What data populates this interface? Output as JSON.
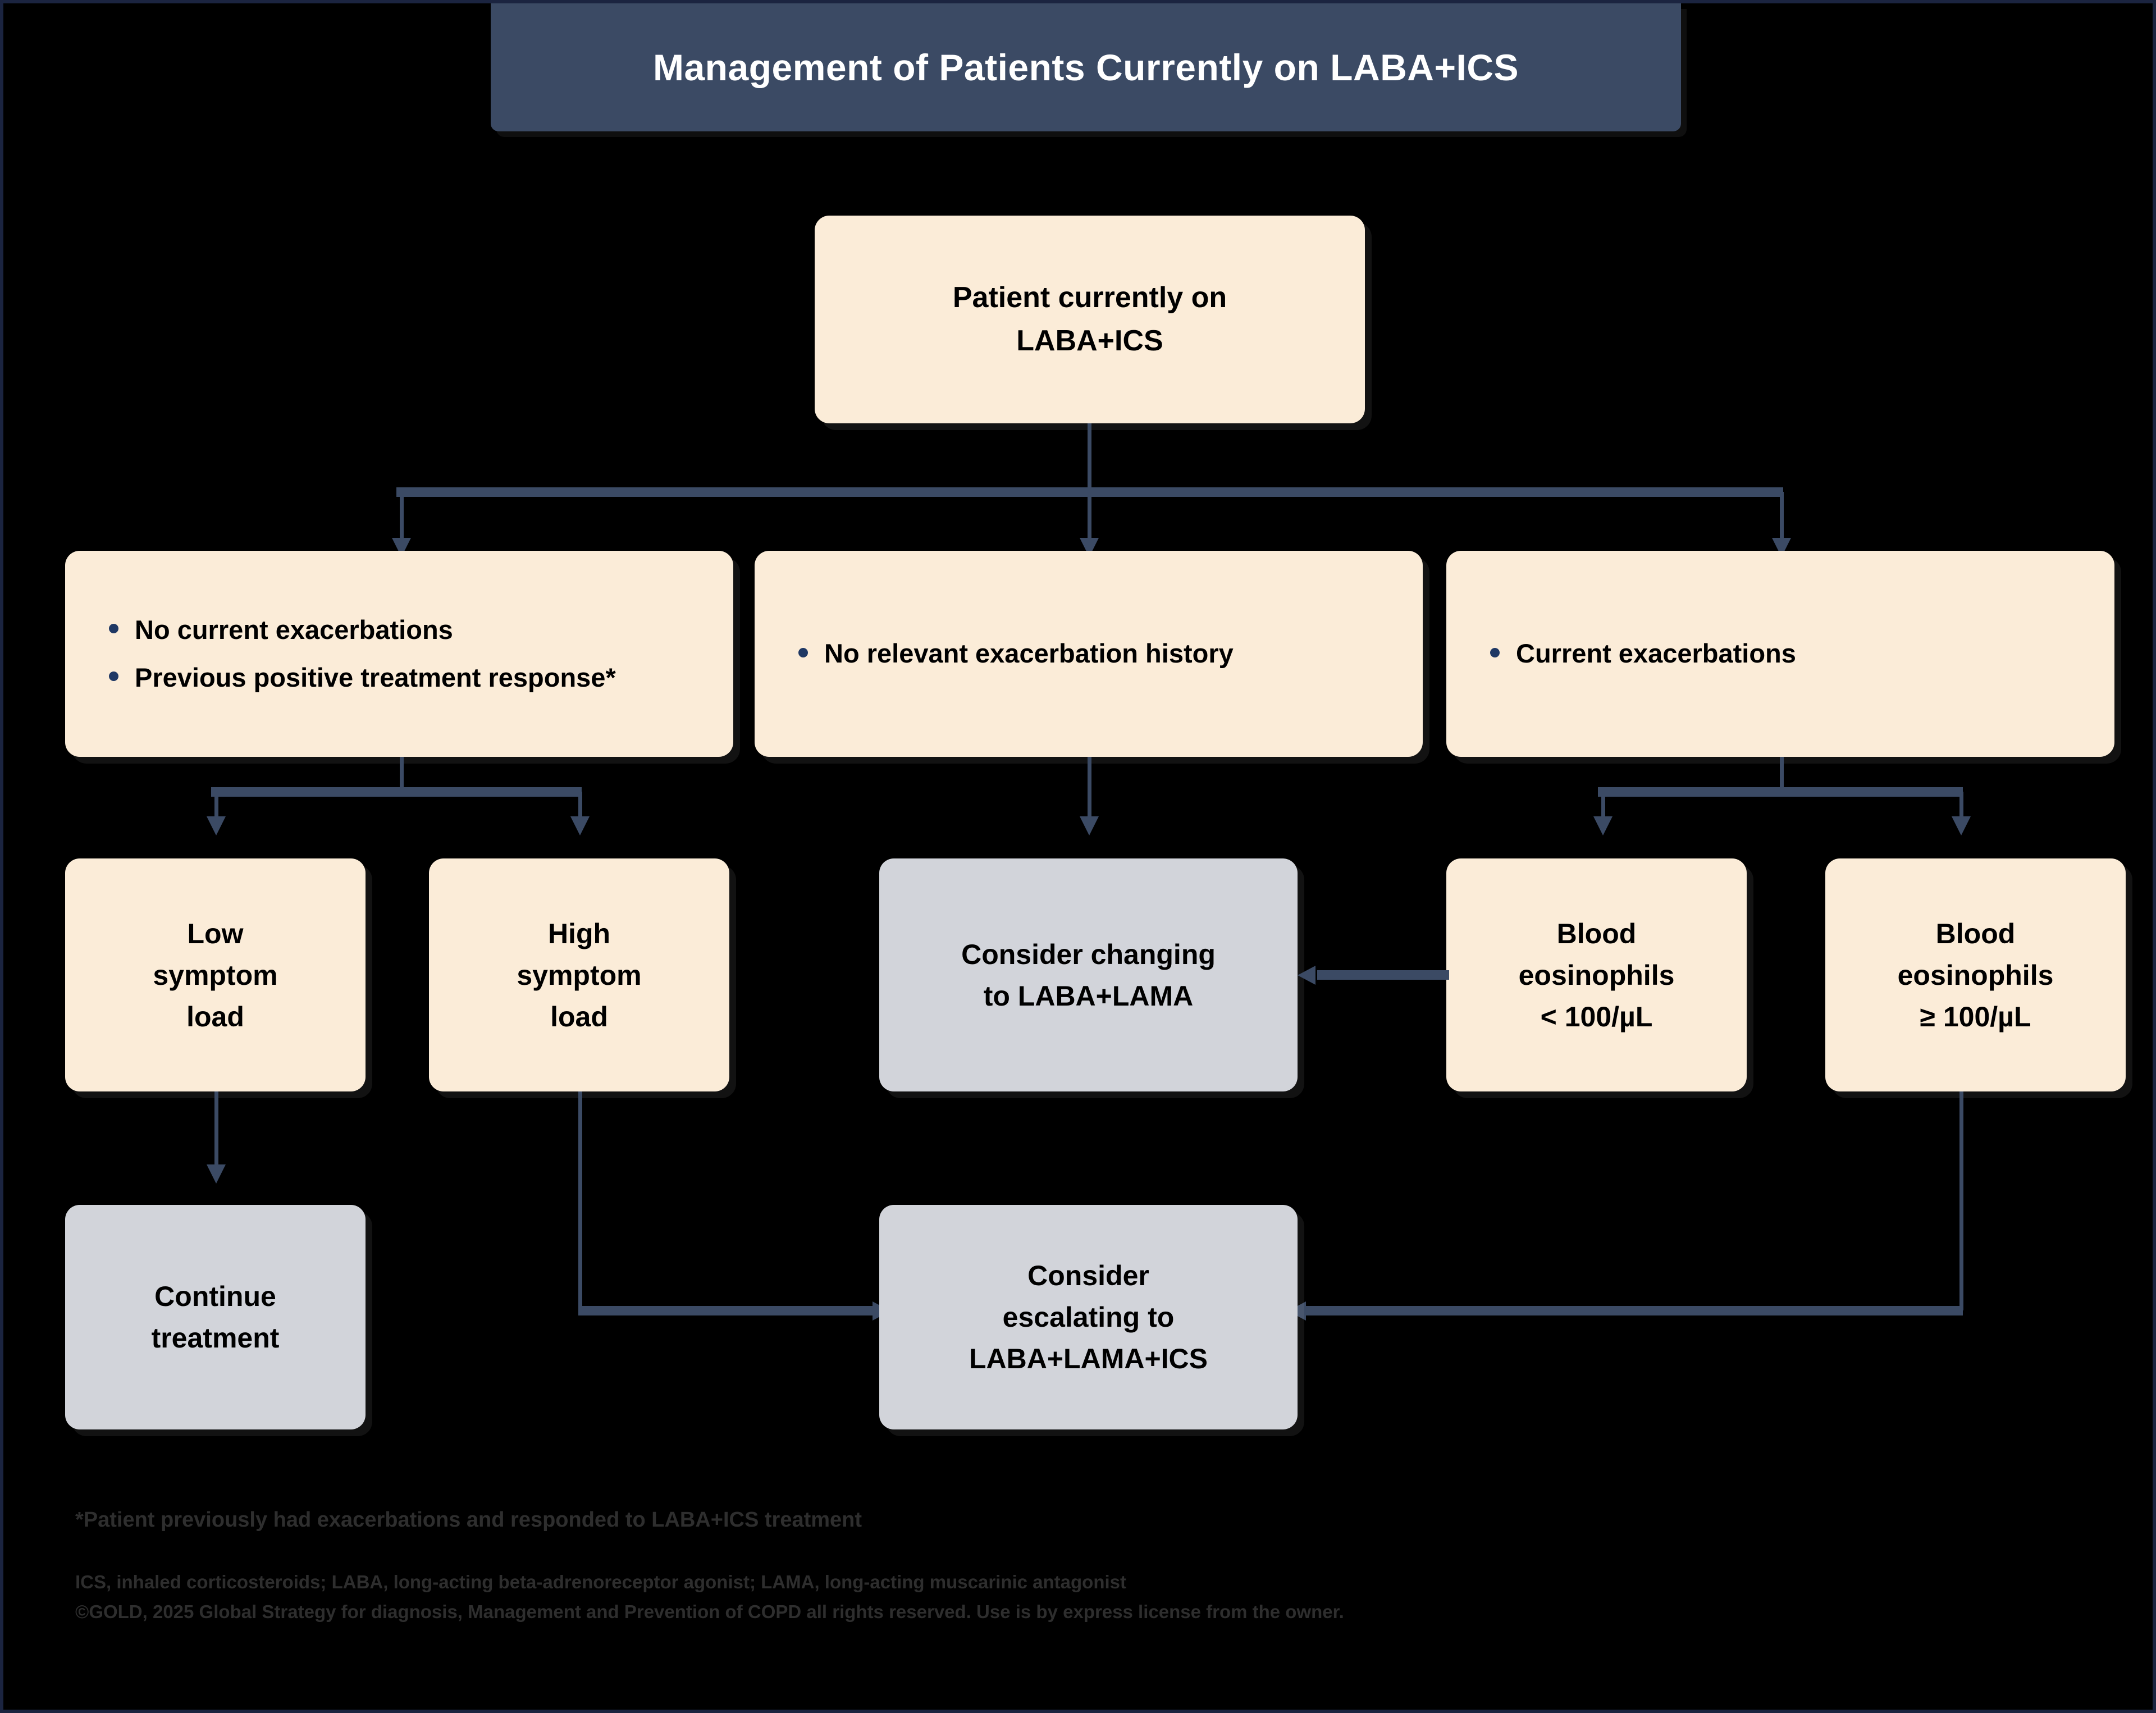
{
  "title": "Management of Patients Currently on LABA+ICS",
  "colors": {
    "background": "#000000",
    "banner": "#3b4a64",
    "node_cream": "#fbecd8",
    "node_gray": "#d2d4da",
    "connector": "#3b4a64",
    "bullet": "#1f3864",
    "text": "#000000",
    "footnote_text": "#2e2e2e",
    "frame_border": "#1b2440"
  },
  "nodes": {
    "root": "Patient currently on\nLABA+ICS",
    "branch_left": [
      "No current exacerbations",
      "Previous positive treatment response*"
    ],
    "branch_middle": [
      "No relevant exacerbation history"
    ],
    "branch_right": [
      "Current exacerbations"
    ],
    "low_symptom_load": "Low\nsymptom\nload",
    "high_symptom_load": "High\nsymptom\nload",
    "consider_changing": "Consider changing\nto LABA+LAMA",
    "eos_low": "Blood\neosinophils\n< 100/µL",
    "eos_high": "Blood\neosinophils\n≥ 100/µL",
    "continue_treatment": "Continue\ntreatment",
    "consider_escalating": "Consider\nescalating to\nLABA+LAMA+ICS"
  },
  "footnotes": {
    "star": "*Patient previously had exacerbations and responded to LABA+ICS treatment",
    "abbreviations": "ICS, inhaled corticosteroids; LABA, long-acting beta-adrenoreceptor agonist; LAMA, long-acting muscarinic antagonist\n©GOLD, 2025 Global Strategy for diagnosis, Management and Prevention of COPD all rights reserved. Use is by express license from the owner."
  }
}
